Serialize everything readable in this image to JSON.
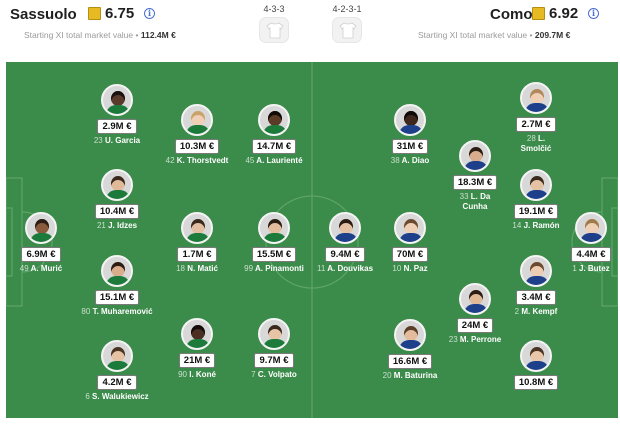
{
  "home": {
    "name": "Sassuolo",
    "rating": "6.75",
    "formation": "4-3-3",
    "mv_label": "Starting XI total market value •",
    "mv_value": "112.4M €",
    "players": [
      {
        "num": "49",
        "name": "A. Murić",
        "value": "6.9M €",
        "skin": "#8a5a3c",
        "hair": "#2b1d14"
      },
      {
        "num": "23",
        "name": "U. Garcia",
        "value": "2.9M €",
        "skin": "#5a3a2a",
        "hair": "#1a1210"
      },
      {
        "num": "21",
        "name": "J. Idzes",
        "value": "10.4M €",
        "skin": "#e0b999",
        "hair": "#3a2a1e"
      },
      {
        "num": "80",
        "name": "T. Muharemović",
        "value": "15.1M €",
        "skin": "#d9ad8c",
        "hair": "#2b1d14"
      },
      {
        "num": "6",
        "name": "S. Walukiewicz",
        "value": "4.2M €",
        "skin": "#e6c2a5",
        "hair": "#4a3424"
      },
      {
        "num": "42",
        "name": "K. Thorstvedt",
        "value": "10.3M €",
        "skin": "#efcfb5",
        "hair": "#c9a36b"
      },
      {
        "num": "18",
        "name": "N. Matić",
        "value": "1.7M €",
        "skin": "#e2bfa3",
        "hair": "#3a2a1e"
      },
      {
        "num": "90",
        "name": "I. Koné",
        "value": "21M €",
        "skin": "#4a2f22",
        "hair": "#140d0a"
      },
      {
        "num": "45",
        "name": "A. Laurienté",
        "value": "14.7M €",
        "skin": "#5c3a28",
        "hair": "#120c09"
      },
      {
        "num": "99",
        "name": "A. Pinamonti",
        "value": "15.5M €",
        "skin": "#e3bc9d",
        "hair": "#2b1d14"
      },
      {
        "num": "7",
        "name": "C. Volpato",
        "value": "9.7M €",
        "skin": "#e8c4a6",
        "hair": "#3a2a1e"
      }
    ]
  },
  "away": {
    "name": "Como",
    "rating": "6.92",
    "formation": "4-2-3-1",
    "mv_label": "Starting XI total market value •",
    "mv_value": "209.7M €",
    "players": [
      {
        "num": "11",
        "name": "A. Douvikas",
        "value": "9.4M €",
        "skin": "#e6c2a5",
        "hair": "#2b1d14"
      },
      {
        "num": "38",
        "name": "A. Diao",
        "value": "31M €",
        "skin": "#3e271c",
        "hair": "#0f0a08"
      },
      {
        "num": "10",
        "name": "N. Paz",
        "value": "70M €",
        "skin": "#efcfb5",
        "hair": "#6b4a30"
      },
      {
        "num": "20",
        "name": "M. Baturina",
        "value": "16.6M €",
        "skin": "#e3bc9d",
        "hair": "#5a3e28"
      },
      {
        "num": "33",
        "name": "L. Da Cunha",
        "value": "18.3M €",
        "skin": "#d8ad8e",
        "hair": "#2b1d14"
      },
      {
        "num": "23",
        "name": "M. Perrone",
        "value": "24M €",
        "skin": "#e0b999",
        "hair": "#2b1d14"
      },
      {
        "num": "28",
        "name": "L. Smolčić",
        "value": "2.7M €",
        "skin": "#efcfb5",
        "hair": "#b08a5a"
      },
      {
        "num": "14",
        "name": "J. Ramón",
        "value": "19.1M €",
        "skin": "#e6c2a5",
        "hair": "#3a2a1e"
      },
      {
        "num": "2",
        "name": "M. Kempf",
        "value": "3.4M €",
        "skin": "#ecccb2",
        "hair": "#6b4a30"
      },
      {
        "num": "",
        "name": "",
        "value": "10.8M €",
        "skin": "#e8c6aa",
        "hair": "#4a3424"
      },
      {
        "num": "1",
        "name": "J. Butez",
        "value": "4.4M €",
        "skin": "#efcfb5",
        "hair": "#a07a4a"
      }
    ]
  },
  "colors": {
    "pitch": "#3b8b4a",
    "rating_box": "#e7b923",
    "info": "#4a6fd3"
  }
}
